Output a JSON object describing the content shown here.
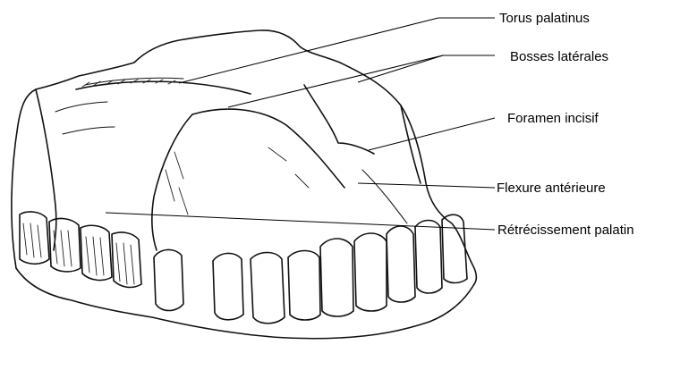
{
  "diagram": {
    "labels": [
      {
        "id": "torus",
        "text": "Torus palatinus"
      },
      {
        "id": "bosses",
        "text": "Bosses latérales"
      },
      {
        "id": "foramen",
        "text": "Foramen incisif"
      },
      {
        "id": "flexure",
        "text": "Flexure antérieure"
      },
      {
        "id": "retrecissement",
        "text": "Rétrécissement palatin"
      }
    ],
    "colors": {
      "ink": "#111111",
      "background": "#ffffff"
    }
  }
}
